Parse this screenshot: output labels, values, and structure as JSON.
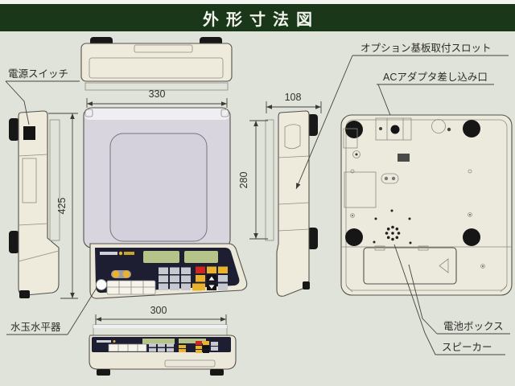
{
  "title": "外形寸法図",
  "callouts": {
    "power_switch": "電源スイッチ",
    "option_board_slot": "オプション基板取付スロット",
    "ac_adapter_port": "ACアダプタ差し込み口",
    "battery_box": "電池ボックス",
    "speaker": "スピーカー",
    "bubble_level": "水玉水平器"
  },
  "dimensions_mm": {
    "front_width": "330",
    "front_height": "425",
    "side_depth": "108",
    "side_height": "280",
    "base_width": "300"
  },
  "colors": {
    "title_bar": "#1a3819",
    "title_text": "#f2f3ec",
    "paper": "#dfe3d9",
    "body_cream": "#eeebdd",
    "platform_gray": "#d8d5df",
    "keypad_panel": "#1e1e33",
    "lcd_green": "#b6c489",
    "key_yellow": "#e9b42c",
    "key_red": "#cf2720",
    "line": "#45433f"
  }
}
